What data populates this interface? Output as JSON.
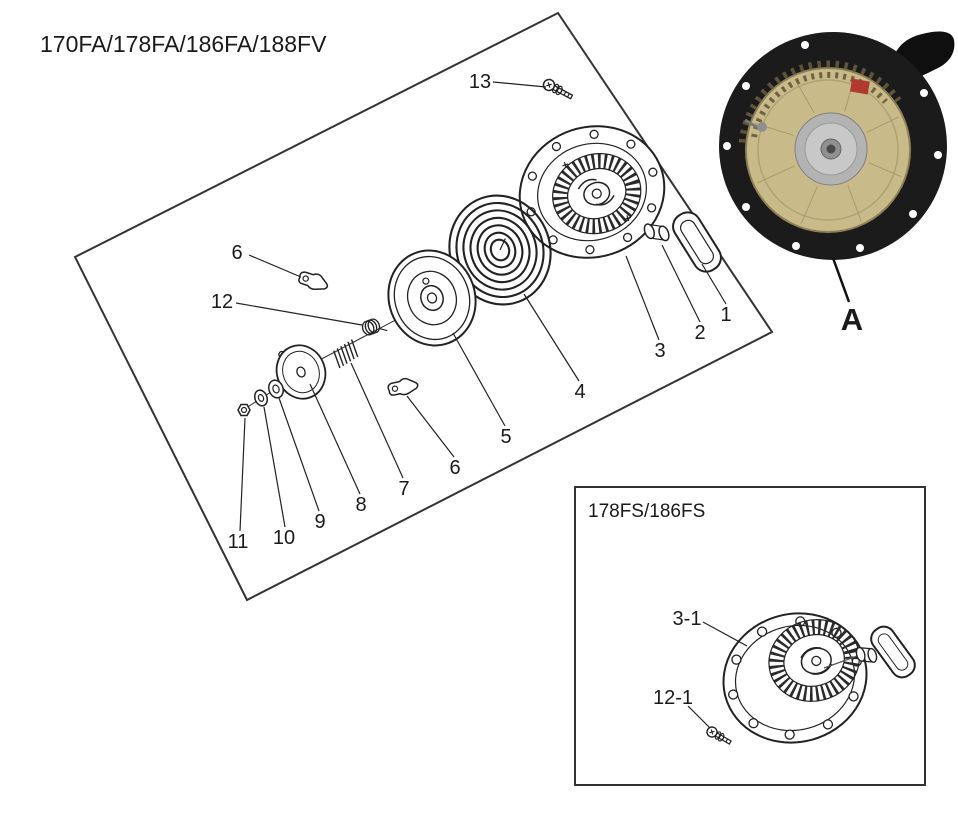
{
  "main": {
    "title": "170FA/178FA/186FA/188FV",
    "labels": {
      "n13": "13",
      "n6_top": "6",
      "n12": "12",
      "n11": "11",
      "n10": "10",
      "n9": "9",
      "n8": "8",
      "n7": "7",
      "n6_bottom": "6",
      "n5": "5",
      "n4": "4",
      "n3": "3",
      "n2": "2",
      "n1": "1"
    }
  },
  "photo": {
    "label": "A"
  },
  "inset": {
    "title": "178FS/186FS",
    "labels": {
      "n3_1": "3-1",
      "n12_1": "12-1"
    }
  },
  "colors": {
    "line": "#222222",
    "photo_body": "#1b1b1b",
    "reel_tan": "#c9ba8a",
    "sticker_red": "#b03a30"
  }
}
